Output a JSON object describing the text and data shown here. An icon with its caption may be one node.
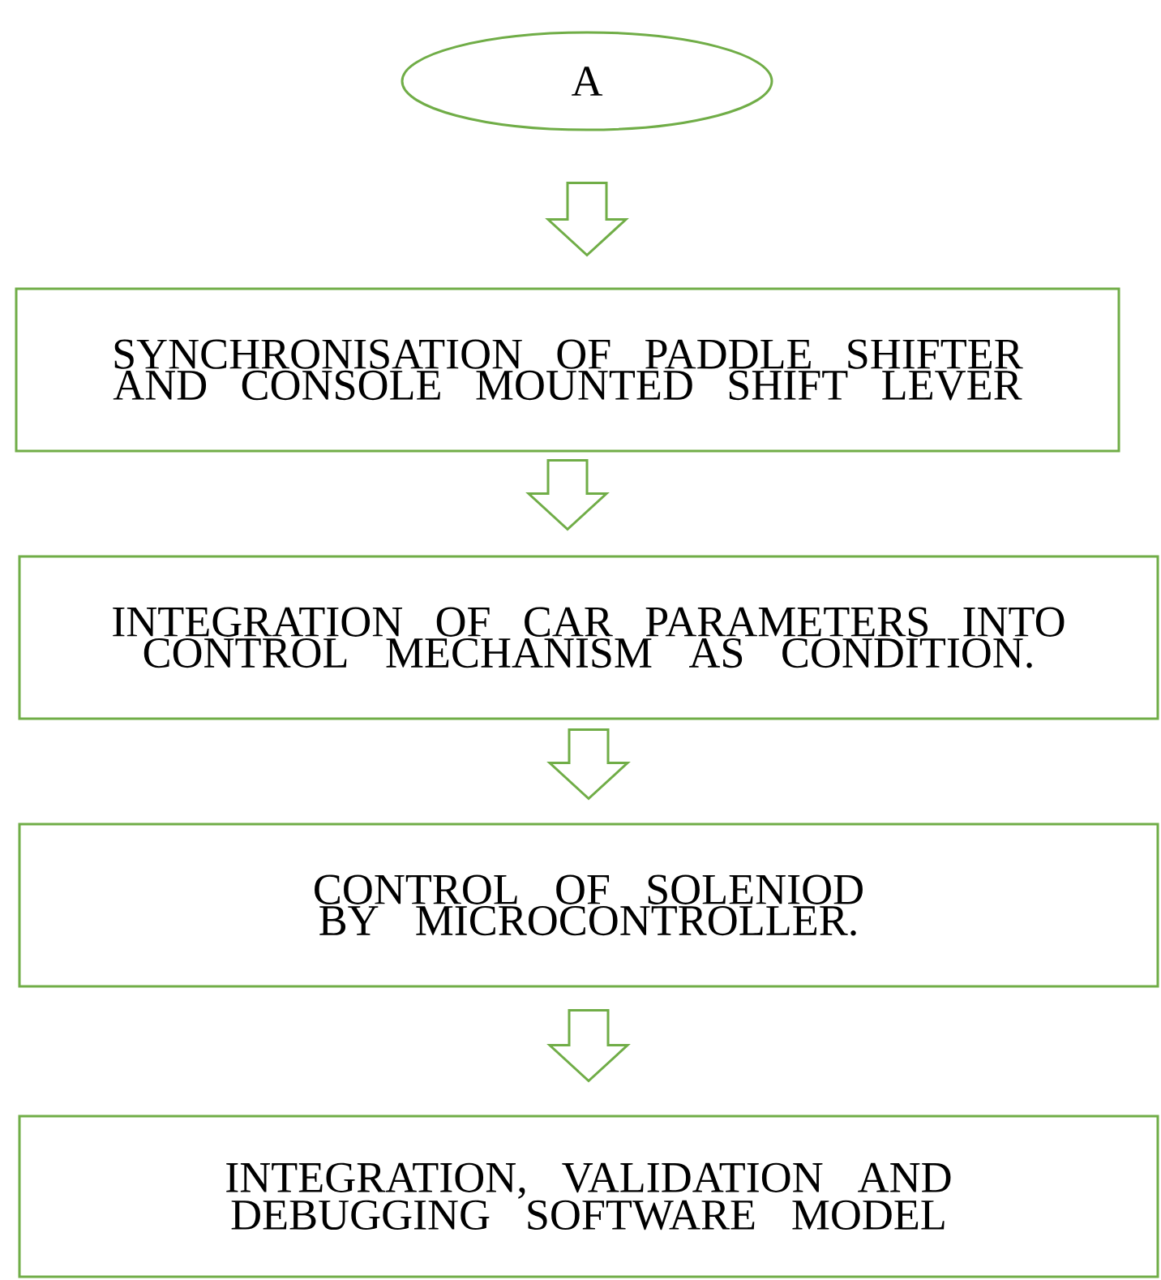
{
  "diagram": {
    "nodes": [
      {
        "text": [
          "A"
        ]
      },
      {
        "text": [
          "SYNCHRONISATION OF PADDLE SHIFTER AND CONSOLE MOUNTED SHIFT LEVER"
        ]
      },
      {
        "text": [
          "INTEGRATION OF CAR PARAMETERS INTO CONTROL MECHANISM AS CONDITION."
        ]
      },
      {
        "text": [
          "CONTROL OF SOLENIOD BY MICROCONTROLLER."
        ]
      },
      {
        "text": [
          "INTEGRATION, VALIDATION AND DEBUGGING SOFTWARE MODEL"
        ]
      }
    ],
    "edges": [
      {
        "from": 0,
        "to": 1,
        "arrow": "to"
      },
      {
        "from": 1,
        "to": 2,
        "arrow": "to"
      },
      {
        "from": 2,
        "to": 3,
        "arrow": "to"
      },
      {
        "from": 3,
        "to": 4,
        "arrow": "to"
      }
    ]
  }
}
